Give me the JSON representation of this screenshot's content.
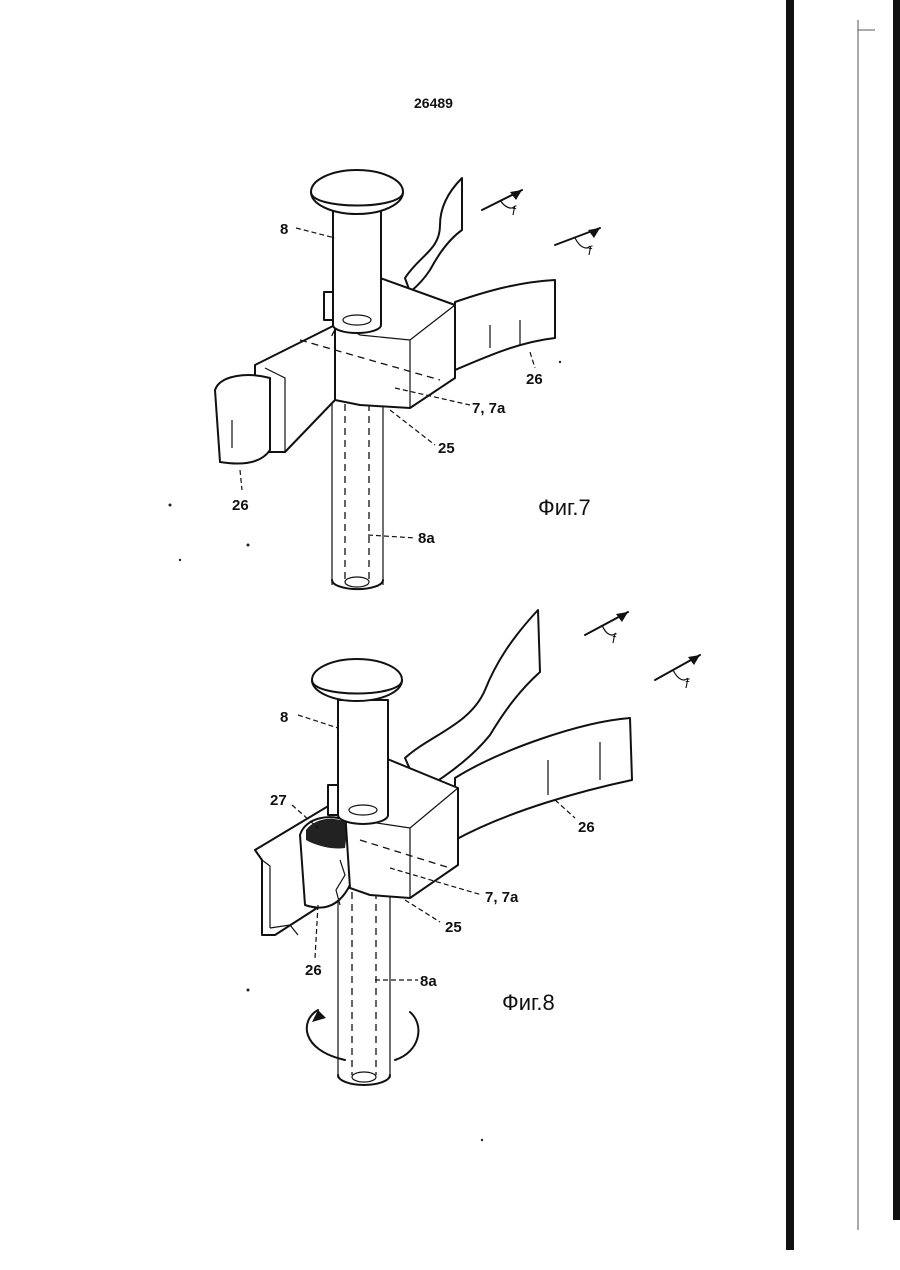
{
  "page_number": "26489",
  "figures": [
    {
      "caption": "Фиг.7",
      "labels": {
        "pin": "8",
        "bore": "8a",
        "housing": "25",
        "tape_right": "26",
        "tape_left": "26",
        "axis": "7, 7a",
        "arrow1": "f",
        "arrow2": "f"
      }
    },
    {
      "caption": "Фиг.8",
      "labels": {
        "pin": "8",
        "bore": "8a",
        "housing": "25",
        "tape_right": "26",
        "tape_left": "26",
        "insert": "27",
        "axis": "7, 7a",
        "arrow1": "f",
        "arrow2": "f"
      }
    }
  ]
}
